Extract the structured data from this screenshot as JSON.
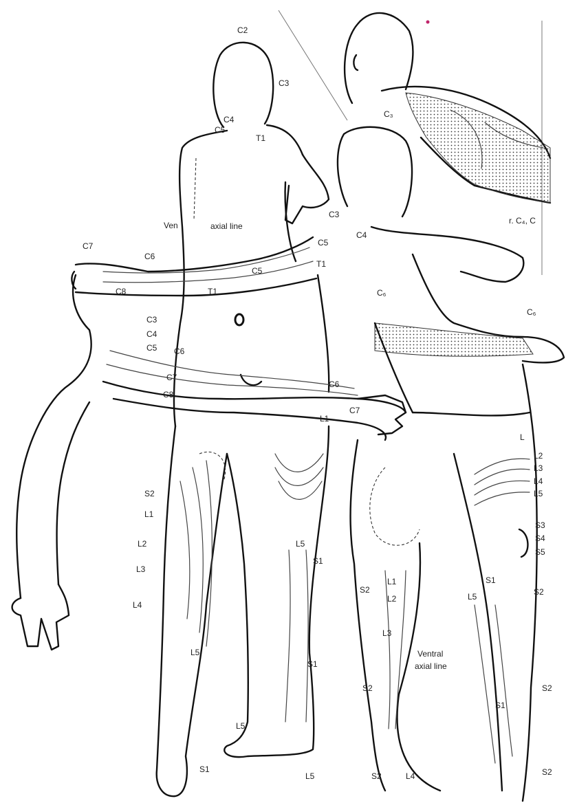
{
  "labels": {
    "c2": "C2",
    "c3_head": "C3",
    "c3_back": "C3",
    "c4_back": "C4",
    "c5_shoulder": "C5",
    "t1_top": "T1",
    "ven": "Ven",
    "axial": "axial line",
    "c4_front": "C4",
    "c5_front": "C5",
    "t1_front": "T1",
    "c5_arm": "C5",
    "t1_arm": "T1",
    "c7_left": "C7",
    "c6_left": "C6",
    "c8_left": "C8",
    "c3_a": "C3",
    "c4_a": "C4",
    "c5_a": "C5",
    "c6_a": "C6",
    "c7_a": "C7",
    "c8_a": "C8",
    "c6_b": "C6",
    "c7_b": "C7",
    "c6_right": "C₆",
    "c6_chest": "C₆",
    "l1_top": "L1",
    "s2_left": "S2",
    "l1_left": "L1",
    "l2_left": "L2",
    "l3_left": "L3",
    "l4_left": "L4",
    "l5_left": "L5",
    "l5_mid": "L5",
    "s1_mid": "S1",
    "s1_mid2": "S1",
    "l5_foot": "L5",
    "s1_foot": "S1",
    "l5_foot2": "L5",
    "s2_front": "S2",
    "l1_front": "L1",
    "l2_front": "L2",
    "l3_front": "L3",
    "s2_front2": "S2",
    "ventral1": "Ventral",
    "ventral2": "axial line",
    "s2_bottom": "S2",
    "l4_bottom": "L4",
    "l_back": "L",
    "l2_back": "L2",
    "l3_back": "L3",
    "l4_back": "L4",
    "l5_back": "L5",
    "s3": "S3",
    "s4": "S4",
    "s5": "S5",
    "s1_back": "S1",
    "l5_back2": "L5",
    "s2_back": "S2",
    "s1_back2": "S1",
    "s2_back2": "S2",
    "s2_back3": "S2",
    "c3_sub": "C₃",
    "rc4": "r. C₄, C"
  }
}
